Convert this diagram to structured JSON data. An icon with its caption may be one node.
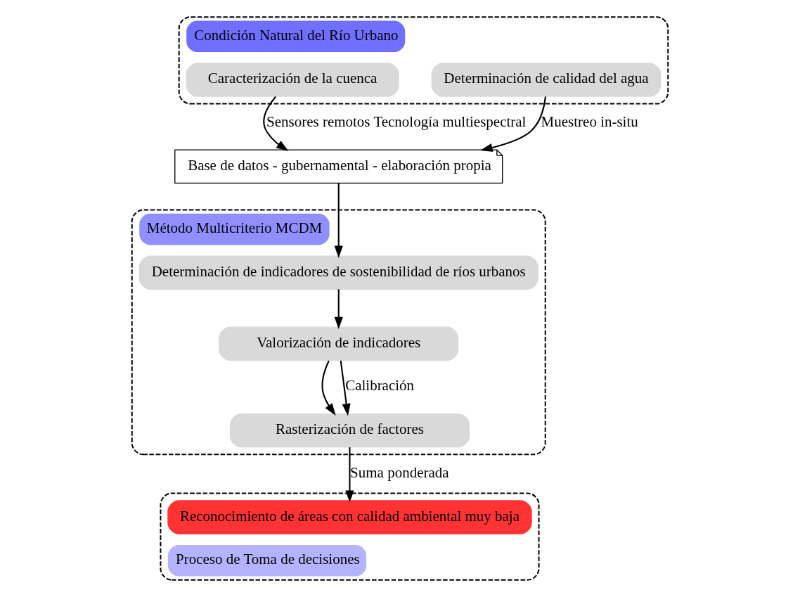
{
  "diagram": {
    "nodes": [
      {
        "text": [
          "Condición Natural del Río Urbano"
        ]
      },
      {
        "text": [
          "Caracterización de la cuenca"
        ],
        "in": 0
      },
      {
        "text": [
          "Determinación de calidad del agua"
        ],
        "in": 0
      },
      {
        "text": [
          "Base de datos - gubernamental - elaboración propia"
        ]
      },
      {
        "text": [
          "Método Multicriterio MCDM"
        ]
      },
      {
        "text": [
          "Determinación de indicadores de sostenibilidad de ríos urbanos"
        ],
        "in": 4
      },
      {
        "text": [
          "Valorización de indicadores"
        ],
        "in": 4
      },
      {
        "text": [
          "Rasterización de factores"
        ],
        "in": 4
      },
      {
        "text": [
          "Proceso de Toma de decisiones"
        ]
      },
      {
        "text": [
          "Reconocimiento de áreas con calidad ambiental muy baja"
        ],
        "in": 8
      }
    ],
    "edges": [
      {
        "from": 1,
        "to": 3,
        "arrow": "to",
        "label": "Sensores remotos Tecnología multiespectral"
      },
      {
        "from": 2,
        "to": 3,
        "arrow": "to",
        "label": "Muestreo in-situ"
      },
      {
        "from": 3,
        "to": 5,
        "arrow": "to"
      },
      {
        "from": 5,
        "to": 6,
        "arrow": "to"
      },
      {
        "from": 6,
        "to": 7,
        "arrow": "to"
      },
      {
        "from": 6,
        "to": 7,
        "arrow": "to",
        "label": "Calibración"
      },
      {
        "from": 7,
        "to": 9,
        "arrow": "to",
        "label": "Suma ponderada"
      }
    ]
  }
}
